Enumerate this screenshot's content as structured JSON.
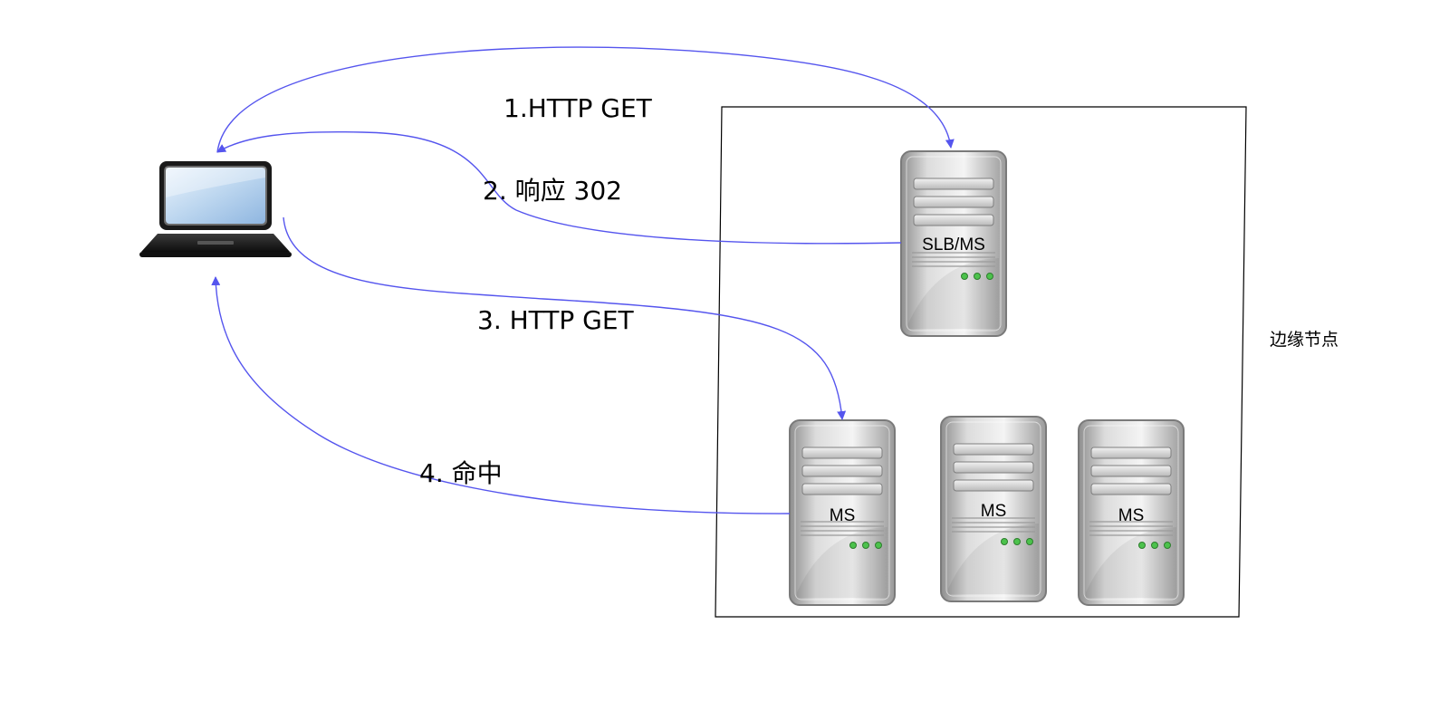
{
  "steps": {
    "step1": "1.HTTP GET",
    "step2": "2.  响应 302",
    "step3": "3. HTTP GET",
    "step4": "4.  命中"
  },
  "edge_zone": {
    "label": "边缘节点"
  },
  "servers": {
    "slb": "SLB/MS",
    "ms1": "MS",
    "ms2": "MS",
    "ms3": "MS"
  },
  "colors": {
    "arrow": "#5555ee",
    "zone_border": "#000000",
    "led": "#4cc24c"
  }
}
